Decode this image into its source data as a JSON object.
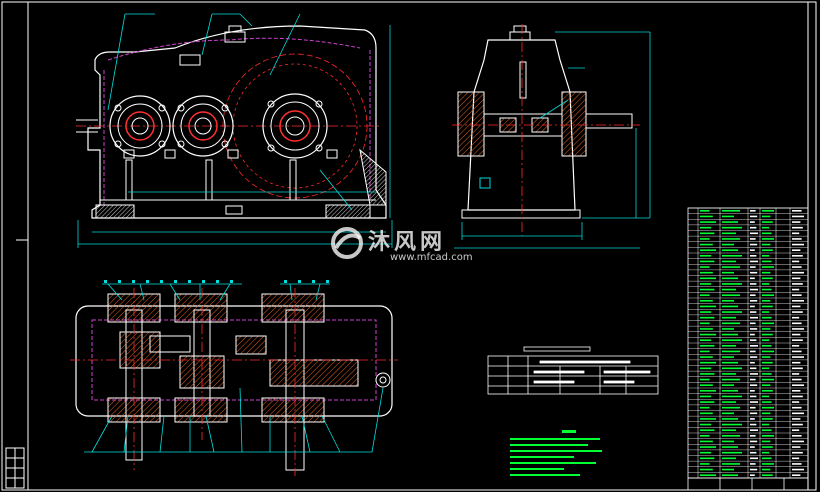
{
  "watermark": {
    "title": "沐风网",
    "url": "www.mfcad.com"
  },
  "colors": {
    "background": "#000000",
    "outline": "#ffffff",
    "dimension": "#00d8d8",
    "leader": "#00e0e0",
    "center_line": "#ff2a2a",
    "hidden_line": "#d040d0",
    "note_text": "#00ff33",
    "hatch": "#e06020",
    "gear_fill": "#ff3030"
  },
  "title_block": {
    "rows": 9
  },
  "parts_list": {
    "rows": 48
  }
}
